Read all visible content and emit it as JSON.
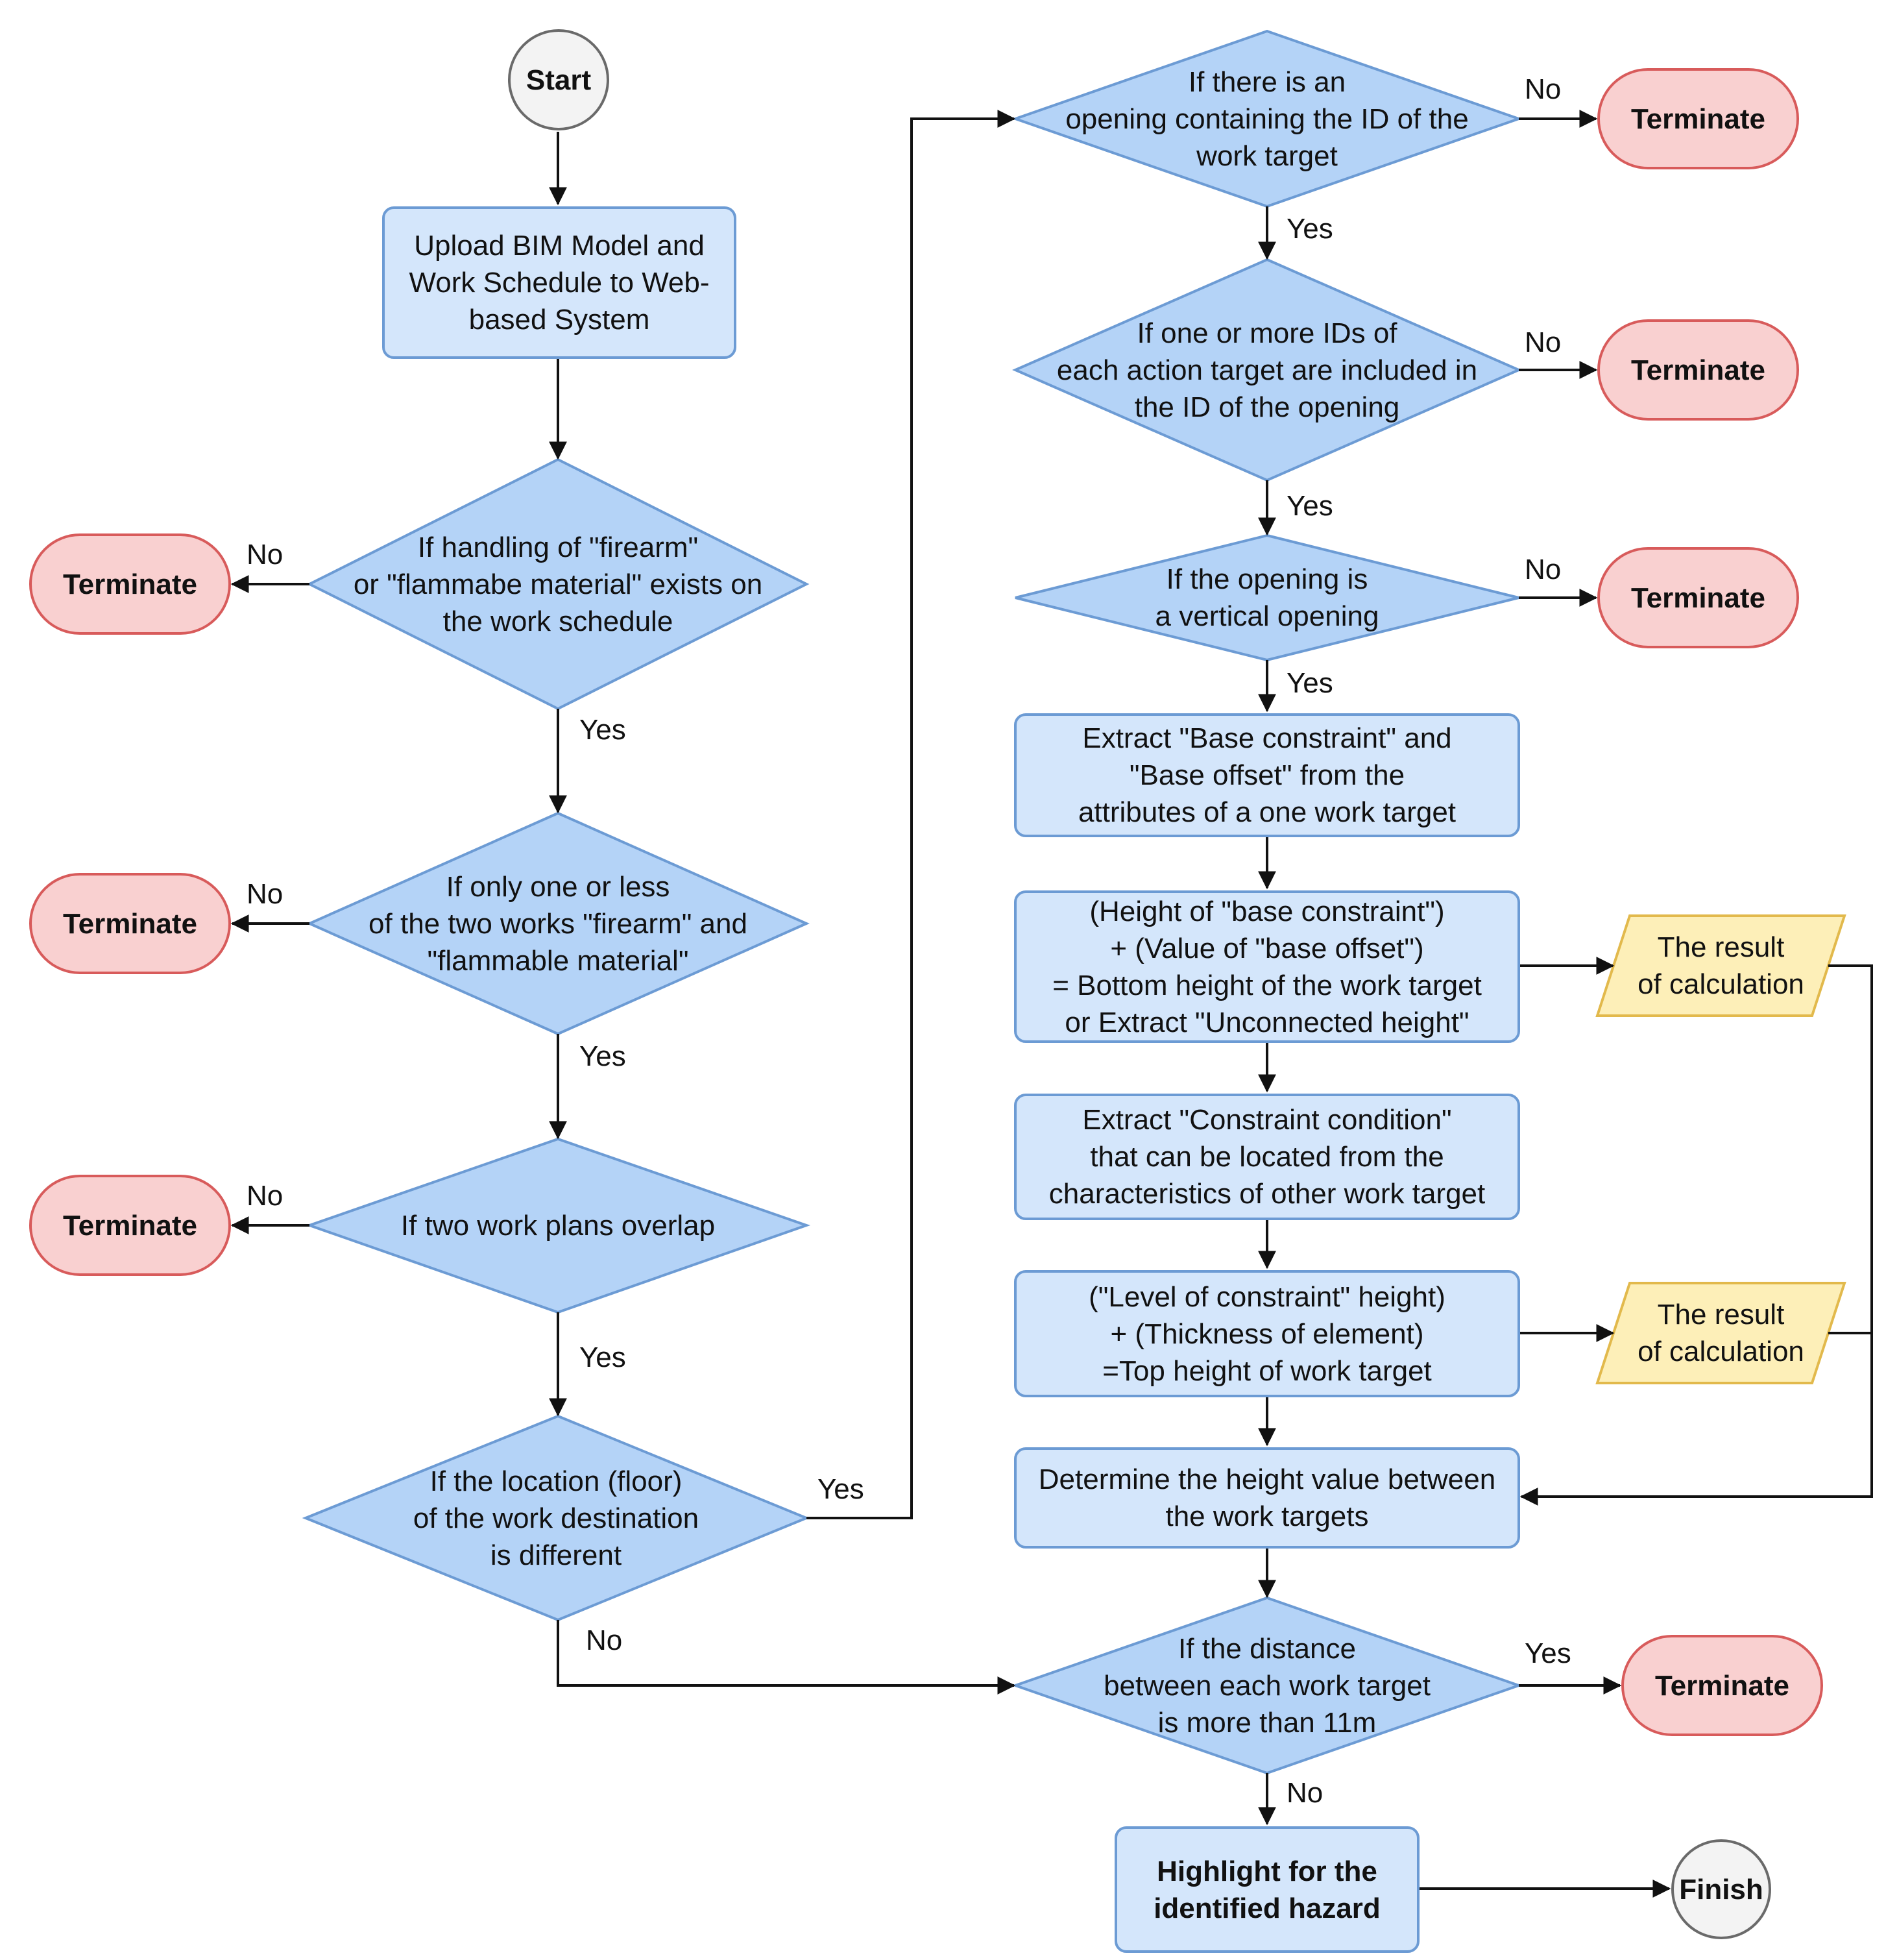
{
  "colors": {
    "process_fill": "#d4e6fb",
    "process_stroke": "#6c9bd4",
    "decision_fill": "#b4d3f7",
    "decision_stroke": "#6c9bd4",
    "terminate_fill": "#f9d0d0",
    "terminate_stroke": "#d85b5b",
    "data_fill": "#fdefb8",
    "data_stroke": "#e2b94c",
    "circle_fill": "#f3f3f3",
    "circle_stroke": "#6a6a6a",
    "edge": "#111111"
  },
  "nodes": {
    "start": "Start",
    "upload": "Upload BIM Model and\nWork Schedule to Web-\nbased System",
    "d_handling": "If handling of \"firearm\"\nor \"flammabe material\" exists on\nthe work schedule",
    "d_onlyone": "If only one or less\nof the two works \"firearm\" and\n\"flammable material\"",
    "d_overlap": "If two work plans overlap",
    "d_location": "If the location (floor)\nof the work destination\nis different",
    "d_opening_id": "If there is an\nopening containing the ID of the\nwork target",
    "d_ids_included": "If one or more IDs of\neach action target are included in\nthe ID of the opening",
    "d_vertical": "If the opening is\na vertical opening",
    "extract_base": "Extract \"Base constraint\" and\n\"Base offset\" from the\nattributes of a one work target",
    "height_calc": "(Height of \"base constraint\")\n+ (Value of \"base offset\")\n= Bottom height of the work target\nor Extract \"Unconnected height\"",
    "extract_constraint": "Extract \"Constraint condition\"\nthat can be located from the\ncharacteristics of other work target",
    "top_calc": "(\"Level of constraint\" height)\n+ (Thickness of element)\n=Top height of work target",
    "determine": "Determine the height value between\nthe work targets",
    "d_distance": "If the distance\nbetween each work target\nis more than 11m",
    "highlight": "Highlight for the\nidentified hazard",
    "finish": "Finish",
    "result_1": "The result\nof calculation",
    "result_2": "The result\nof calculation",
    "terminate_1": "Terminate",
    "terminate_2": "Terminate",
    "terminate_3": "Terminate",
    "terminate_4": "Terminate",
    "terminate_5": "Terminate",
    "terminate_6": "Terminate",
    "terminate_7": "Terminate"
  },
  "edge_labels": {
    "handling_no": "No",
    "handling_yes": "Yes",
    "onlyone_no": "No",
    "onlyone_yes": "Yes",
    "overlap_no": "No",
    "overlap_yes": "Yes",
    "location_yes": "Yes",
    "location_no": "No",
    "opening_no": "No",
    "opening_yes": "Yes",
    "ids_no": "No",
    "ids_yes": "Yes",
    "vertical_no": "No",
    "vertical_yes": "Yes",
    "distance_yes": "Yes",
    "distance_no": "No"
  }
}
